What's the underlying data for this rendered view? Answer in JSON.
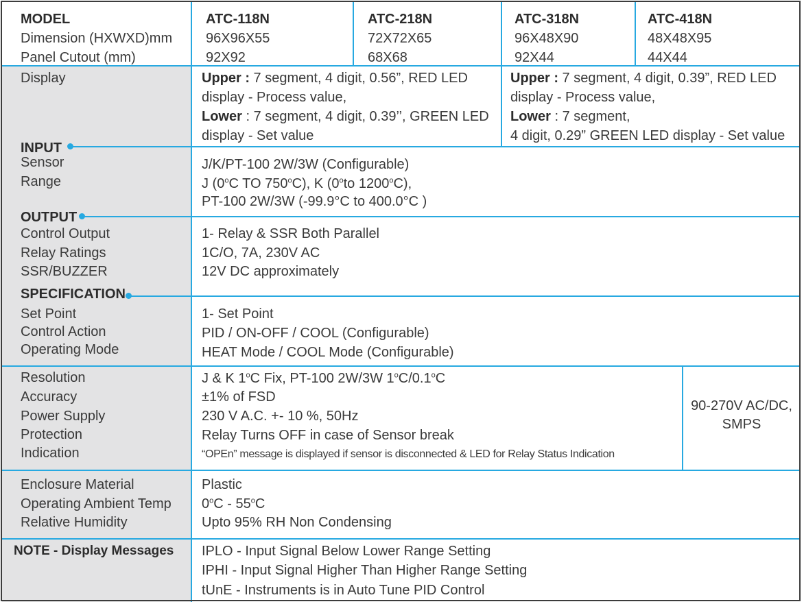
{
  "colors": {
    "accent": "#27a9e1",
    "left_panel": "#e3e3e4",
    "text": "#3a3a3a"
  },
  "header": {
    "model_label": "MODEL",
    "dimension_label": "Dimension (HXWXD)mm",
    "cutout_label": "Panel Cutout (mm)",
    "models": [
      {
        "name": "ATC-118N",
        "dimension": "96X96X55",
        "cutout": "92X92"
      },
      {
        "name": "ATC-218N",
        "dimension": "72X72X65",
        "cutout": "68X68"
      },
      {
        "name": "ATC-318N",
        "dimension": "96X48X90",
        "cutout": "92X44"
      },
      {
        "name": "ATC-418N",
        "dimension": "48X48X95",
        "cutout": "44X44"
      }
    ]
  },
  "display": {
    "label": "Display",
    "left": {
      "upper_bold": "Upper :",
      "upper_rest": " 7 segment, 4 digit, 0.56”, RED LED",
      "line2": "display - Process value,",
      "lower_bold": "Lower",
      "lower_rest": " : 7 segment, 4 digit, 0.39’’, GREEN LED",
      "line4": "display - Set value"
    },
    "right": {
      "upper_bold": "Upper :",
      "upper_rest": " 7 segment, 4 digit, 0.39”, RED LED",
      "line2": "display - Process value,",
      "lower_bold": "Lower",
      "lower_rest": " : 7 segment,",
      "line4": "4 digit, 0.29” GREEN LED display - Set value"
    }
  },
  "input": {
    "heading": "INPUT",
    "labels": [
      "Sensor",
      "Range"
    ],
    "values": {
      "line1": "J/K/PT-100 2W/3W (Configurable)",
      "line2_a": "J (0",
      "line2_b": "C TO 750",
      "line2_c": "C),  K (0",
      "line2_d": "to 1200",
      "line2_e": "C),",
      "line3": "PT-100 2W/3W (-99.9°C to 400.0°C )",
      "deg": "o"
    }
  },
  "output": {
    "heading": "OUTPUT",
    "labels": [
      "Control Output",
      "Relay Ratings",
      "SSR/BUZZER"
    ],
    "values": [
      "1- Relay & SSR Both Parallel",
      "1C/O, 7A, 230V AC",
      "12V DC approximately"
    ]
  },
  "specification": {
    "heading": "SPECIFICATION",
    "labels": [
      "Set Point",
      "Control Action",
      "Operating Mode"
    ],
    "values": [
      "1- Set Point",
      "PID / ON-OFF / COOL (Configurable)",
      "HEAT Mode / COOL Mode (Configurable)"
    ]
  },
  "electrical": {
    "labels": [
      "Resolution",
      "Accuracy",
      "Power Supply",
      "Protection",
      "Indication"
    ],
    "resolution_a": "J & K 1",
    "resolution_b": "C Fix, PT-100 2W/3W  1",
    "resolution_c": "C/0.1",
    "resolution_d": "C",
    "accuracy": "±1% of FSD",
    "power": "230 V A.C. +- 10 %, 50Hz",
    "protection": "Relay Turns OFF in case of Sensor break",
    "indication": "“OPEn” message is displayed if sensor is disconnected & LED for Relay Status Indication",
    "smps_line1": "90-270V AC/DC,",
    "smps_line2": "SMPS"
  },
  "environment": {
    "labels": [
      "Enclosure Material",
      "Operating Ambient Temp",
      "Relative Humidity"
    ],
    "material": "Plastic",
    "temp_a": "0",
    "temp_b": "C - 55",
    "temp_c": "C",
    "humidity": "Upto 95% RH Non Condensing"
  },
  "note": {
    "label": "NOTE - Display Messages",
    "values": [
      "IPLO -  Input Signal Below Lower Range Setting",
      "IPHI -   Input Signal Higher Than Higher Range Setting",
      "tUnE - Instruments is in Auto Tune PID Control"
    ]
  }
}
